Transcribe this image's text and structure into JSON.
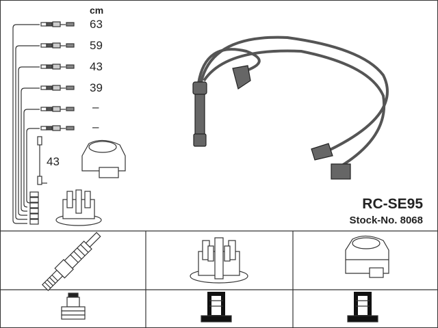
{
  "product": {
    "model": "RC-SE95",
    "stock_number": "Stock-No. 8068"
  },
  "lengths": {
    "unit": "cm",
    "leads": [
      "63",
      "59",
      "43",
      "39",
      "–",
      "–"
    ],
    "coil_lead": "43"
  },
  "compatibility_icons": {
    "top_row": [
      "spark-plug-icon",
      "distributor-cap-icon",
      "ignition-coil-icon"
    ],
    "bottom_row": [
      "spark-plug-terminal-icon",
      "distributor-terminal-icon",
      "coil-terminal-icon"
    ]
  }
}
